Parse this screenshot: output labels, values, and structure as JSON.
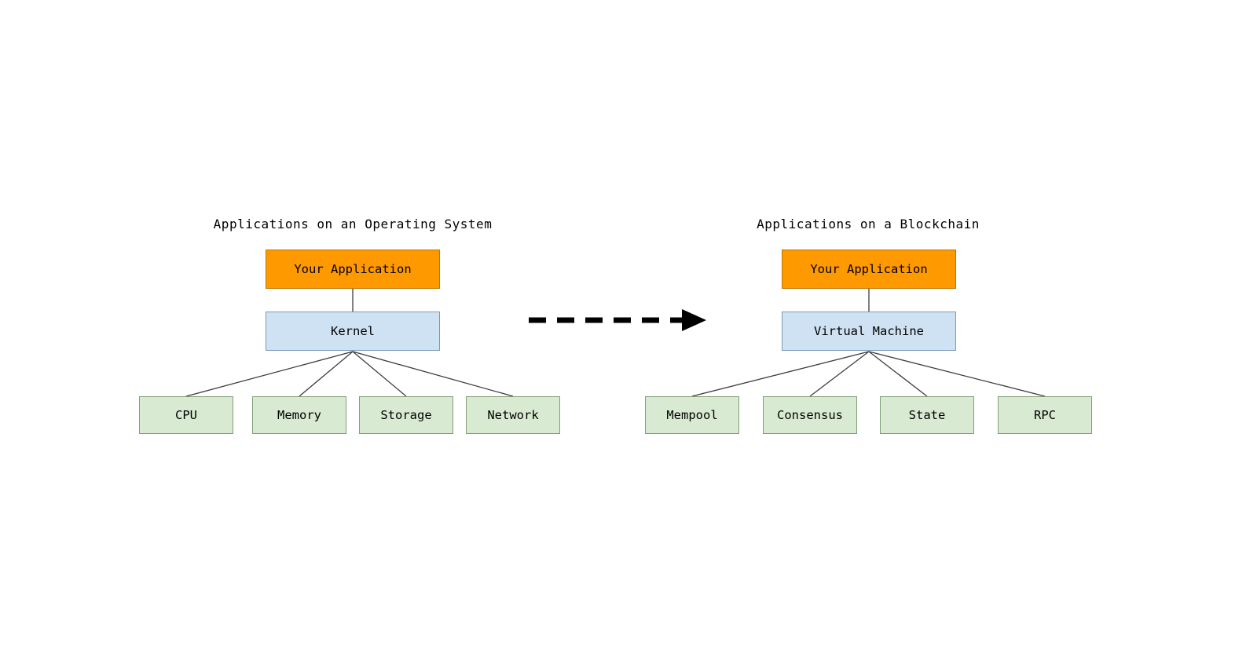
{
  "diagram": {
    "left": {
      "title": "Applications on an Operating System",
      "app_label": "Your Application",
      "middle_label": "Kernel",
      "children": [
        "CPU",
        "Memory",
        "Storage",
        "Network"
      ]
    },
    "right": {
      "title": "Applications on a Blockchain",
      "app_label": "Your Application",
      "middle_label": "Virtual Machine",
      "children": [
        "Mempool",
        "Consensus",
        "State",
        "RPC"
      ]
    },
    "colors": {
      "app_fill": "#ff9900",
      "app_stroke": "#c07400",
      "middle_fill": "#cfe2f3",
      "middle_stroke": "#7b99b5",
      "child_fill": "#d9ead3",
      "child_stroke": "#7f9f77",
      "connector": "#3d3d3d",
      "arrow": "#000000"
    }
  }
}
